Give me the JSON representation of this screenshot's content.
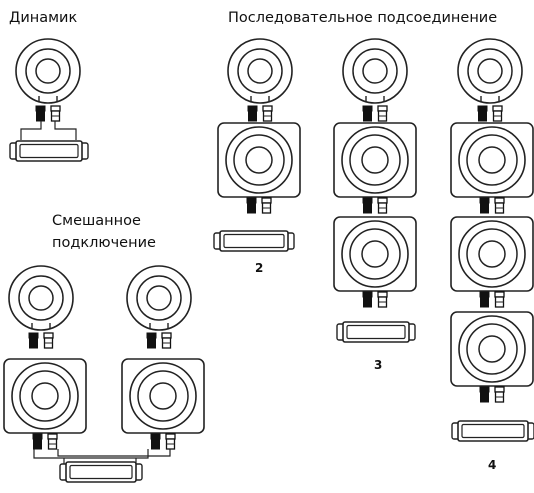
{
  "labels": {
    "speaker": "Динамик",
    "serial": "Последовательное подсоединение",
    "mixed_line1": "Смешанное",
    "mixed_line2": "подключение"
  },
  "numbers": {
    "two": "2",
    "three": "3",
    "four": "4"
  },
  "colors": {
    "stroke": "#222222",
    "terminal": "#111111",
    "background": "#ffffff"
  }
}
